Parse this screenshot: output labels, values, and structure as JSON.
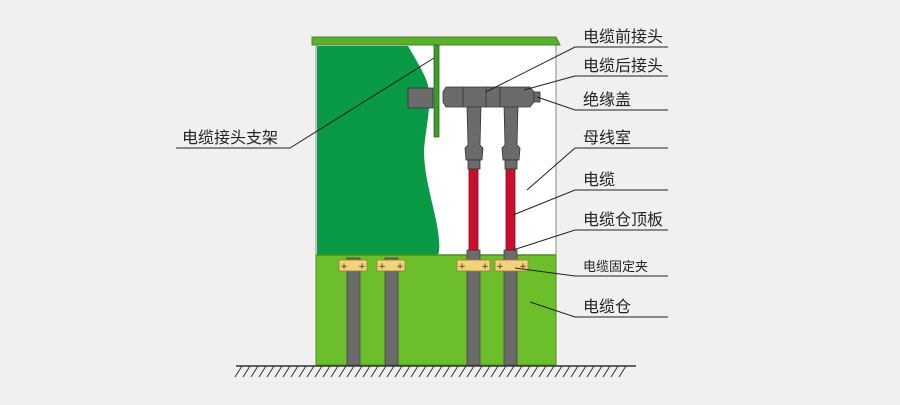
{
  "colors": {
    "background": "#f0f0f0",
    "roof": "#5cb02e",
    "busbar_room_white": "#ffffff",
    "busbar_room_green": "#0a9a45",
    "cable_compartment": "#6cbf2a",
    "cable_grey": "#6b6b6b",
    "cable_red": "#c8102e",
    "clamp_yellow": "#f2d27a",
    "leader_line": "#222222",
    "ground_hatch": "#333333"
  },
  "labels": {
    "front_connector": "电缆前接头",
    "rear_connector": "电缆后接头",
    "insulating_cap": "绝缘盖",
    "busbar_room": "母线室",
    "cable": "电缆",
    "cable_room_top_plate": "电缆仓顶板",
    "cable_clamp": "电缆固定夹",
    "cable_compartment": "电缆仓",
    "connector_bracket": "电缆接头支架"
  },
  "icons": {
    "ground": "ground-hatch-icon",
    "clamp_bolt": "plus-bolt-icon"
  }
}
